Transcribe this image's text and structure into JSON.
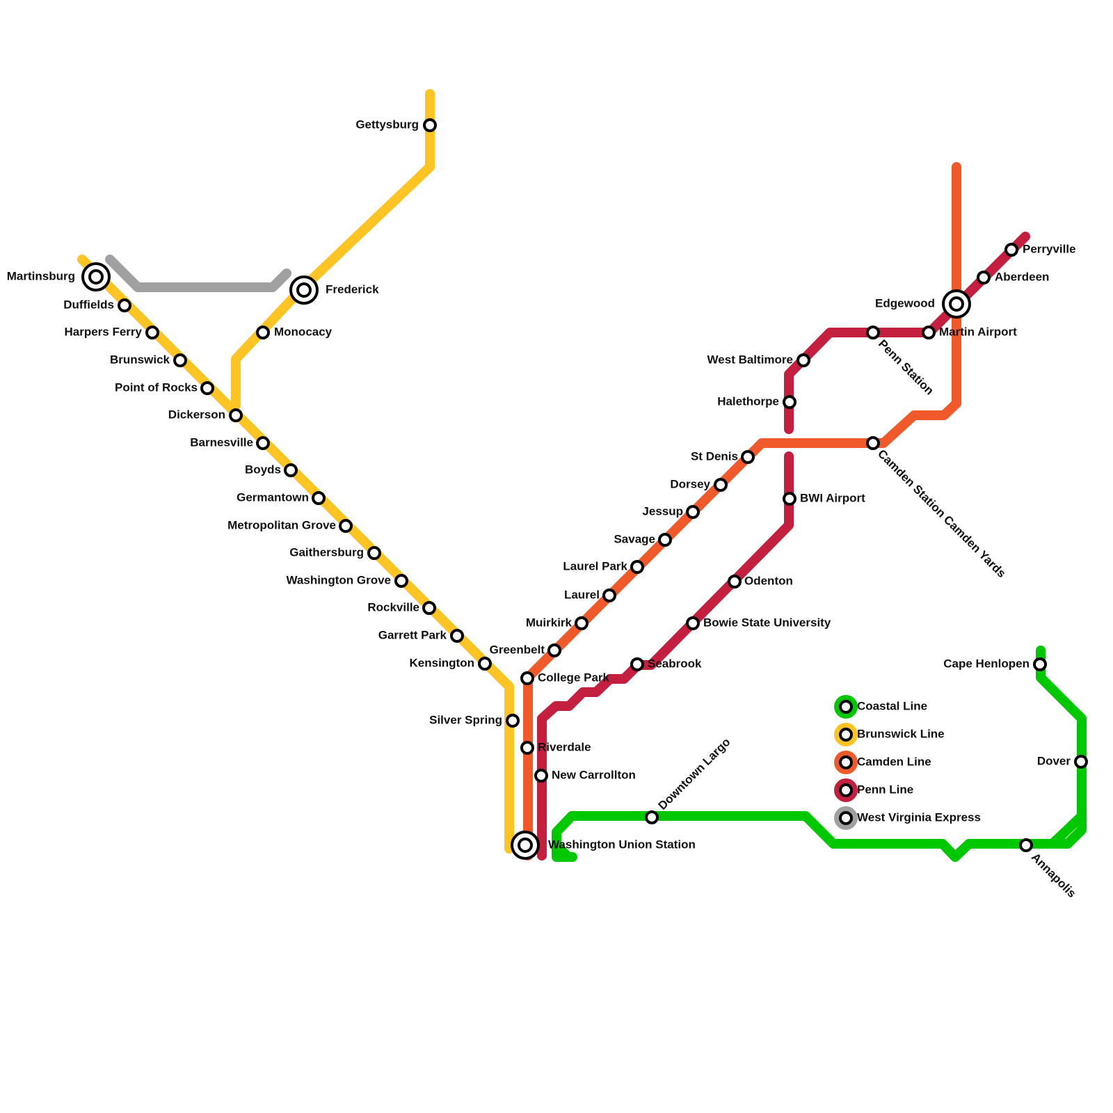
{
  "colors": {
    "coastal": "#00c800",
    "brunswick": "#fec424",
    "camden": "#f0592a",
    "penn": "#c41f3e",
    "wv_express": "#a0a0a0"
  },
  "lines": [
    {
      "id": "wv_express",
      "color_key": "wv_express"
    },
    {
      "id": "brunswick",
      "color_key": "brunswick"
    },
    {
      "id": "coastal",
      "color_key": "coastal"
    },
    {
      "id": "camden",
      "color_key": "camden"
    },
    {
      "id": "penn",
      "color_key": "penn"
    }
  ],
  "stations": [
    {
      "id": "martinsburg",
      "label": "Martinsburg",
      "interchange": true
    },
    {
      "id": "frederick",
      "label": "Frederick",
      "interchange": true
    },
    {
      "id": "washington_union",
      "label": "Washington Union Station",
      "interchange": true
    },
    {
      "id": "edgewood",
      "label": "Edgewood",
      "interchange": true
    },
    {
      "id": "gettysburg",
      "label": "Gettysburg"
    },
    {
      "id": "duffields",
      "label": "Duffields"
    },
    {
      "id": "harpers_ferry",
      "label": "Harpers Ferry"
    },
    {
      "id": "monocacy",
      "label": "Monocacy"
    },
    {
      "id": "brunswick",
      "label": "Brunswick"
    },
    {
      "id": "point_of_rocks",
      "label": "Point of Rocks"
    },
    {
      "id": "dickerson",
      "label": "Dickerson"
    },
    {
      "id": "barnesville",
      "label": "Barnesville"
    },
    {
      "id": "boyds",
      "label": "Boyds"
    },
    {
      "id": "germantown",
      "label": "Germantown"
    },
    {
      "id": "metropolitan_grove",
      "label": "Metropolitan Grove"
    },
    {
      "id": "gaithersburg",
      "label": "Gaithersburg"
    },
    {
      "id": "washington_grove",
      "label": "Washington Grove"
    },
    {
      "id": "rockville",
      "label": "Rockville"
    },
    {
      "id": "garrett_park",
      "label": "Garrett Park"
    },
    {
      "id": "kensington",
      "label": "Kensington"
    },
    {
      "id": "silver_spring",
      "label": "Silver Spring"
    },
    {
      "id": "college_park",
      "label": "College Park"
    },
    {
      "id": "riverdale",
      "label": "Riverdale"
    },
    {
      "id": "new_carrollton",
      "label": "New Carrollton"
    },
    {
      "id": "greenbelt",
      "label": "Greenbelt"
    },
    {
      "id": "muirkirk",
      "label": "Muirkirk"
    },
    {
      "id": "laurel",
      "label": "Laurel"
    },
    {
      "id": "laurel_park",
      "label": "Laurel Park"
    },
    {
      "id": "savage",
      "label": "Savage"
    },
    {
      "id": "jessup",
      "label": "Jessup"
    },
    {
      "id": "dorsey",
      "label": "Dorsey"
    },
    {
      "id": "st_denis",
      "label": "St Denis"
    },
    {
      "id": "camden_station",
      "label": "Camden Station Camden Yards"
    },
    {
      "id": "halethorpe",
      "label": "Halethorpe"
    },
    {
      "id": "west_baltimore",
      "label": "West Baltimore"
    },
    {
      "id": "penn_station",
      "label": "Penn Station"
    },
    {
      "id": "martin_airport",
      "label": "Martin Airport"
    },
    {
      "id": "aberdeen",
      "label": "Aberdeen"
    },
    {
      "id": "perryville",
      "label": "Perryville"
    },
    {
      "id": "bwi_airport",
      "label": "BWI Airport"
    },
    {
      "id": "odenton",
      "label": "Odenton"
    },
    {
      "id": "bowie_state",
      "label": "Bowie State University"
    },
    {
      "id": "seabrook",
      "label": "Seabrook"
    },
    {
      "id": "downtown_largo",
      "label": "Downtown Largo"
    },
    {
      "id": "cape_henlopen",
      "label": "Cape Henlopen"
    },
    {
      "id": "dover",
      "label": "Dover"
    },
    {
      "id": "annapolis",
      "label": "Annapolis"
    }
  ],
  "legend": [
    {
      "label": "Coastal Line",
      "color_key": "coastal"
    },
    {
      "label": "Brunswick Line",
      "color_key": "brunswick"
    },
    {
      "label": "Camden Line",
      "color_key": "camden"
    },
    {
      "label": "Penn Line",
      "color_key": "penn"
    },
    {
      "label": "West Virginia Express",
      "color_key": "wv_express"
    }
  ]
}
